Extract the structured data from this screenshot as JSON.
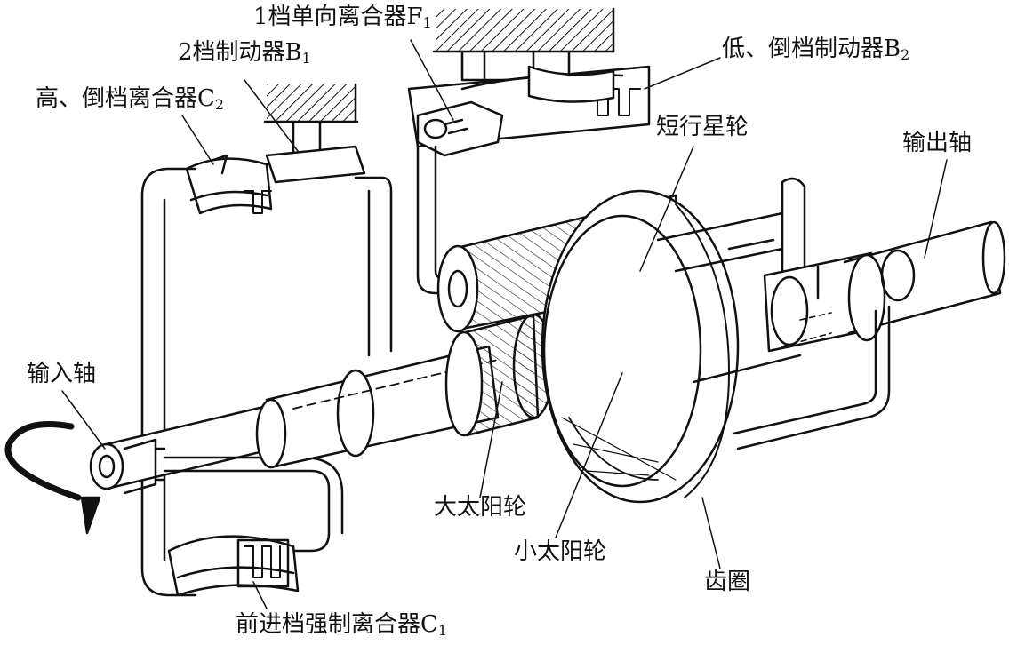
{
  "labels": {
    "f1_clutch": {
      "text": "1档单向离合器F",
      "sub": "1"
    },
    "b1_brake": {
      "text": "2档制动器B",
      "sub": "1"
    },
    "c2_clutch": {
      "text": "高、倒档离合器C",
      "sub": "2"
    },
    "b2_brake": {
      "text": "低、倒档制动器B",
      "sub": "2"
    },
    "short_planet": {
      "text": "短行星轮"
    },
    "output_shaft": {
      "text": "输出轴"
    },
    "input_shaft": {
      "text": "输入轴"
    },
    "large_sun": {
      "text": "大太阳轮"
    },
    "small_sun": {
      "text": "小太阳轮"
    },
    "ring_gear": {
      "text": "齿圈"
    },
    "c1_clutch": {
      "text": "前进档强制离合器C",
      "sub": "1"
    }
  }
}
